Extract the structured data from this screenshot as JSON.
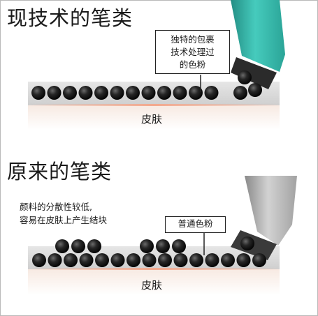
{
  "top": {
    "heading": "现技术的笔类",
    "callout_lines": [
      "独特的包裹",
      "技术处理过",
      "的色粉"
    ],
    "skin_label": "皮肤"
  },
  "bottom": {
    "heading": "原来的笔类",
    "note_lines": [
      "颜料的分散性较低,",
      "容易在皮肤上产生结块"
    ],
    "callout": "普通色粉",
    "skin_label": "皮肤"
  },
  "colors": {
    "skin_band": "#d9d9d9",
    "skin_highlight": "#e9e9e9",
    "underskin": "#f6efe9",
    "sheen": "#f3a98e",
    "particle": "#161616",
    "new_pen": "#3bbfb1",
    "new_pen_dark": "#238e84",
    "old_pen": "#b3b3b3",
    "old_pen_dark": "#8a8a8a",
    "pen_tip": "#3e3e3e"
  }
}
